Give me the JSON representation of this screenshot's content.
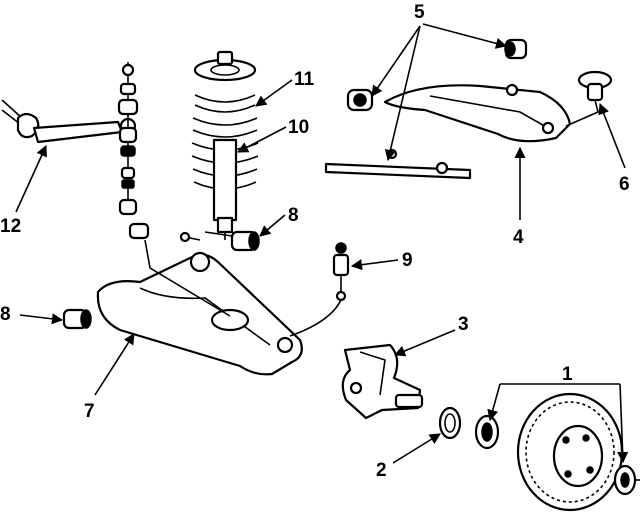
{
  "colors": {
    "line": "#000000",
    "background": "#ffffff"
  },
  "callouts": [
    {
      "id": "1",
      "label": "1"
    },
    {
      "id": "2",
      "label": "2"
    },
    {
      "id": "3",
      "label": "3"
    },
    {
      "id": "4",
      "label": "4"
    },
    {
      "id": "5",
      "label": "5"
    },
    {
      "id": "6",
      "label": "6"
    },
    {
      "id": "7",
      "label": "7"
    },
    {
      "id": "8a",
      "label": "8"
    },
    {
      "id": "8b",
      "label": "8"
    },
    {
      "id": "9",
      "label": "9"
    },
    {
      "id": "10",
      "label": "10"
    },
    {
      "id": "11",
      "label": "11"
    },
    {
      "id": "12",
      "label": "12"
    }
  ]
}
